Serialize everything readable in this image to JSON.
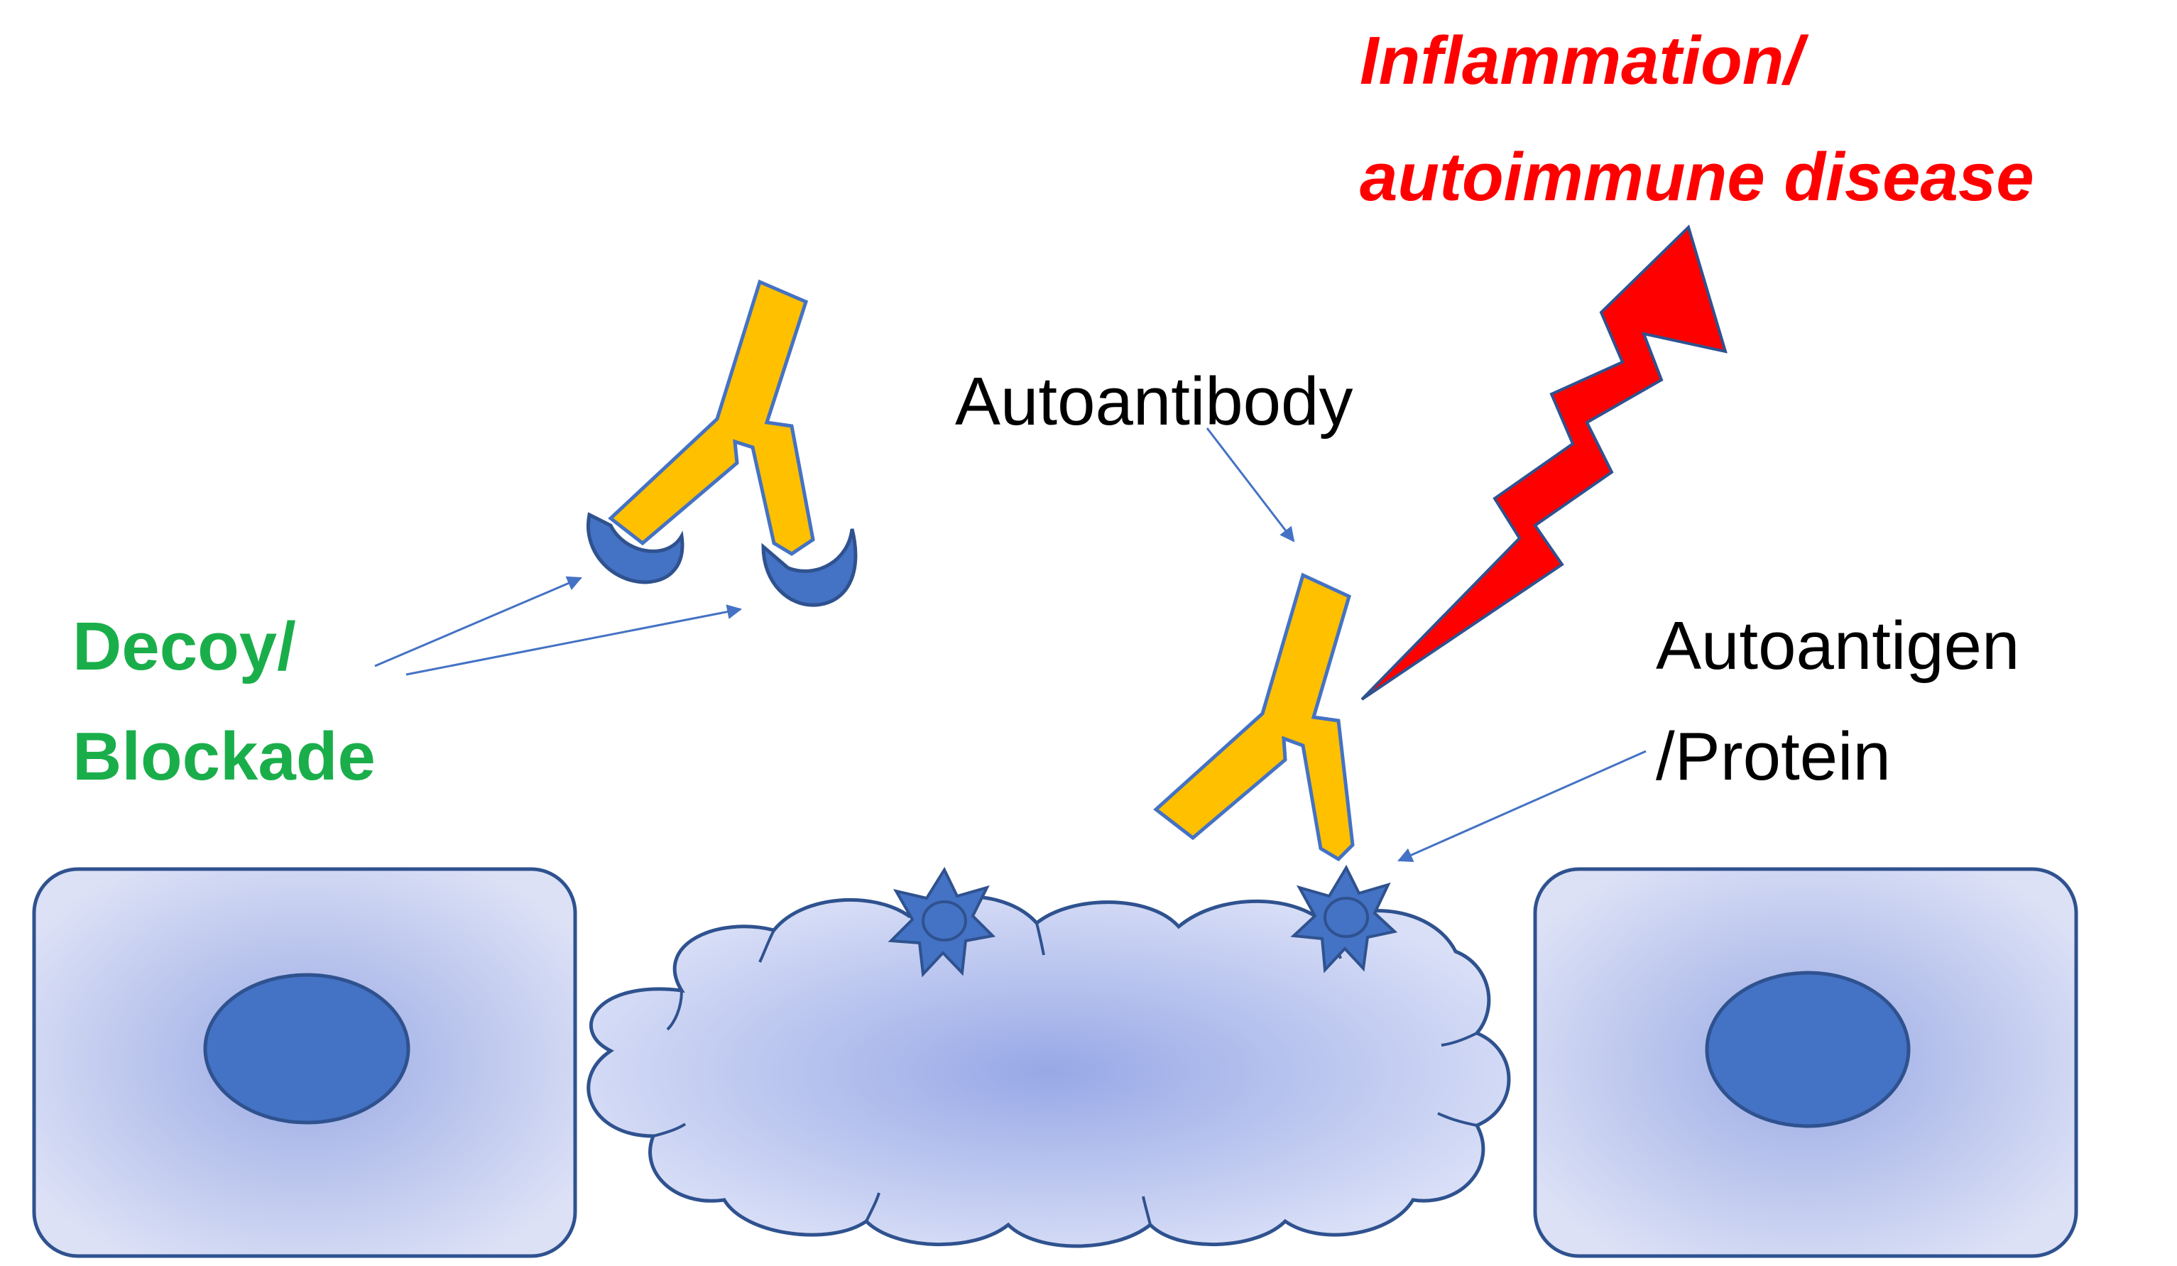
{
  "labels": {
    "disease_line1": "Inflammation/",
    "disease_line2": "autoimmune disease",
    "autoantibody": "Autoantibody",
    "decoy_line1": "Decoy/",
    "decoy_line2": "Blockade",
    "autoantigen_line1": "Autoantigen",
    "autoantigen_line2": "/Protein"
  },
  "colors": {
    "disease_text": "#FF0000",
    "decoy_text": "#1AAE4B",
    "label_text": "#000000",
    "antibody_fill": "#FFC000",
    "antibody_stroke": "#4472C4",
    "nucleus_fill": "#4472C4",
    "cell_outline": "#2F528F",
    "cell_fill_center": "#9AAAE4",
    "cell_fill_edge": "#DCE1F6",
    "lightning_fill": "#FF0000",
    "arrow": "#4472C4"
  }
}
